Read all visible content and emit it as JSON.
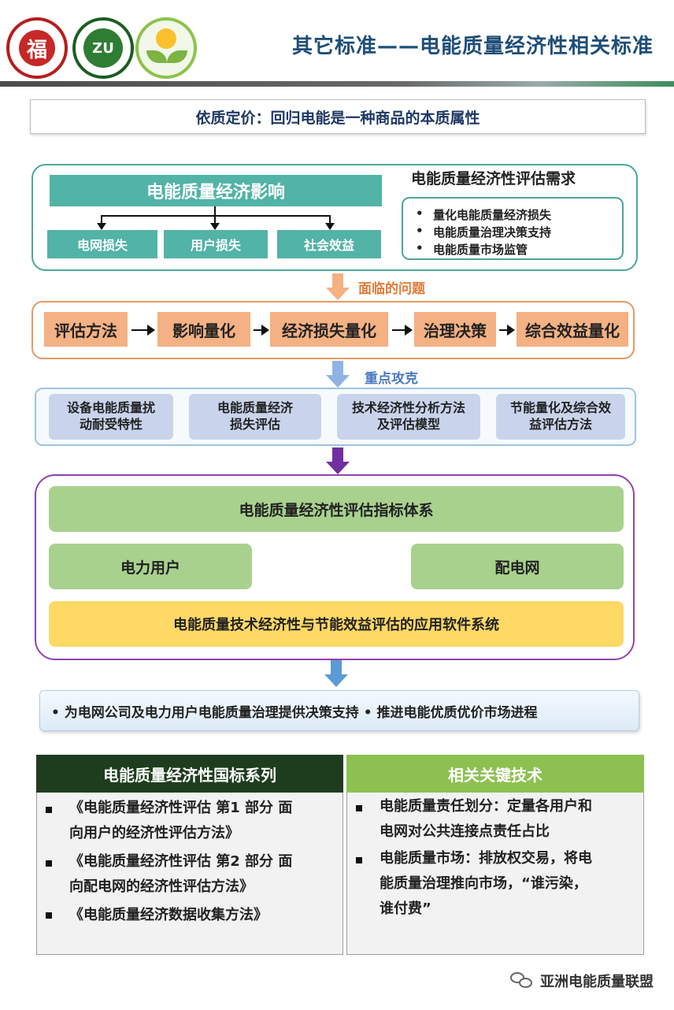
{
  "header": {
    "title": "其它标准——电能质量经济性相关标准",
    "logo1_text": "福",
    "logo2_text": "ZU"
  },
  "subtitle": "依质定价：回归电能是一种商品的本质属性",
  "impact": {
    "title": "电能质量经济影响",
    "items": [
      "电网损失",
      "用户损失",
      "社会效益"
    ]
  },
  "needs": {
    "title": "电能质量经济性评估需求",
    "items": [
      "量化电能质量经济损失",
      "电能质量治理决策支持",
      "电能质量市场监管"
    ]
  },
  "problems_label": "面临的问题",
  "problem_steps": [
    "评估方法",
    "影响量化",
    "经济损失量化",
    "治理决策",
    "综合效益量化"
  ],
  "focus_label": "重点攻克",
  "focus_cards": [
    [
      "设备电能质量扰",
      "动耐受特性"
    ],
    [
      "电能质量经济",
      "损失评估"
    ],
    [
      "技术经济性分析方法",
      "及评估模型"
    ],
    [
      "节能量化及综合效",
      "益评估方法"
    ]
  ],
  "system": {
    "index": "电能质量经济性评估指标体系",
    "user": "电力用户",
    "grid": "配电网",
    "software": "电能质量技术经济性与节能效益评估的应用软件系统"
  },
  "support": "• 为电网公司及电力用户电能质量治理提供决策支持   • 推进电能优质优价市场进程",
  "left_panel": {
    "title": "电能质量经济性国标系列",
    "items": [
      [
        "《电能质量经济性评估 第1 部分 面",
        "向用户的经济性评估方法》"
      ],
      [
        "《电能质量经济性评估 第2 部分 面",
        "向配电网的经济性评估方法》"
      ],
      [
        "《电能质量经济数据收集方法》"
      ]
    ]
  },
  "right_panel": {
    "title": "相关关键技术",
    "items": [
      [
        "电能质量责任划分：定量各用户和",
        "电网对公共连接点责任占比"
      ],
      [
        "电能质量市场：排放权交易，将电",
        "能质量治理推向市场，“谁污染，",
        "谁付费”"
      ]
    ]
  },
  "footer": "亚洲电能质量联盟",
  "colors": {
    "teal": "#52b3a7",
    "orange": "#f4b183",
    "blue": "#c9d4ec",
    "purple": "#8e44ad",
    "green": "#a9d18e",
    "yellow": "#ffd966",
    "title_blue": "#1f4e79"
  }
}
